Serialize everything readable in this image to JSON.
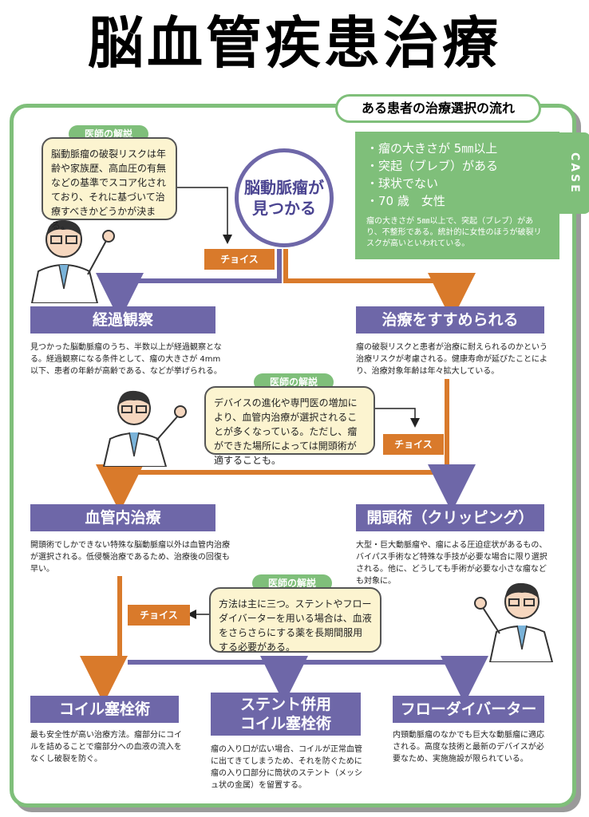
{
  "title": "脳血管疾患治療",
  "flow_label": "ある患者の治療選択の流れ",
  "case_label": "CASE",
  "start": {
    "line1": "脳動脈瘤が",
    "line2": "見つかる"
  },
  "conditions": {
    "items": [
      "・瘤の大きさが 5㎜以上",
      "・突起（ブレブ）がある",
      "・球状でない",
      "・70 歳　女性"
    ],
    "note": "瘤の大きさが 5㎜以上で、突起（ブレブ）があり、不整形である。統計的に女性のほうが破裂リスクが高いといわれている。"
  },
  "doctor_label": "医師の解説",
  "choice_label": "チョイス",
  "explanations": [
    "脳動脈瘤の破裂リスクは年齢や家族歴、高血圧の有無などの基準でスコア化されており、それに基づいて治療すべきかどうかが決まる。",
    "デバイスの進化や専門医の増加により、血管内治療が選択されることが多くなっている。ただし、瘤ができた場所によっては開頭術が適することも。",
    "方法は主に三つ。ステントやフローダイバーターを用いる場合は、血液をさらさらにする薬を長期間服用する必要がある。"
  ],
  "nodes": {
    "observation": {
      "title": "経過観察",
      "desc": "見つかった脳動脈瘤のうち、半数以上が経過観察となる。経過観察になる条件として、瘤の大きさが 4mm 以下、患者の年齢が高齢である、などが挙げられる。"
    },
    "recommended": {
      "title": "治療をすすめられる",
      "desc": "瘤の破裂リスクと患者が治療に耐えられるのかという治療リスクが考慮される。健康寿命が延びたことにより、治療対象年齢は年々拡大している。"
    },
    "endovascular": {
      "title": "血管内治療",
      "desc": "開頭術でしかできない特殊な脳動脈瘤以外は血管内治療が選択される。低侵襲治療であるため、治療後の回復も早い。"
    },
    "craniotomy": {
      "title": "開頭術（クリッピング）",
      "desc": "大型・巨大動脈瘤や、瘤による圧迫症状があるもの、バイパス手術など特殊な手技が必要な場合に限り選択される。他に、どうしても手術が必要な小さな瘤なども対象に。"
    },
    "coil": {
      "title": "コイル塞栓術",
      "desc": "最も安全性が高い治療方法。瘤部分にコイルを詰めることで瘤部分への血液の流入をなくし破裂を防ぐ。"
    },
    "stent": {
      "title1": "ステント併用",
      "title2": "コイル塞栓術",
      "desc": "瘤の入り口が広い場合、コイルが正常血管に出てきてしまうため、それを防ぐために瘤の入り口部分に筒状のステント（メッシュ状の金属）を留置する。"
    },
    "diverter": {
      "title": "フローダイバーター",
      "desc": "内頸動脈瘤のなかでも巨大な動脈瘤に適応される。高度な技術と最新のデバイスが必要なため、実施施設が限られている。"
    }
  },
  "colors": {
    "green": "#7fbf7a",
    "purple": "#6e67a8",
    "orange": "#d97a2b",
    "bubble": "#fcf4d0"
  }
}
